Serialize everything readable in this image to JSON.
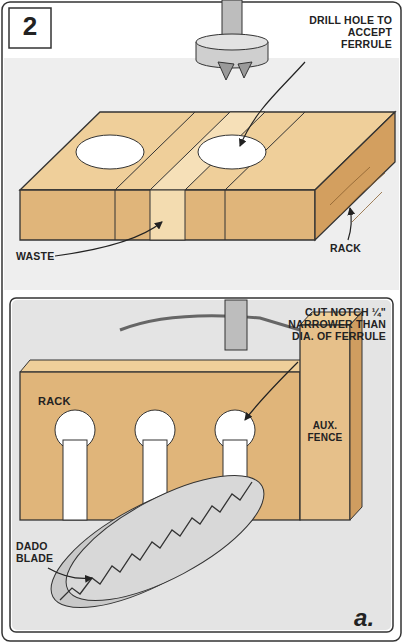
{
  "diagram": {
    "labels": [
      "2",
      "DRILL HOLE TO ACCEPT FERRULE",
      "WASTE",
      "RACK",
      "CUT NOTCH ¼\" NARROWER THAN DIA. OF FERRULE",
      "RACK",
      "AUX. FENCE",
      "DADO BLADE",
      "a."
    ]
  }
}
